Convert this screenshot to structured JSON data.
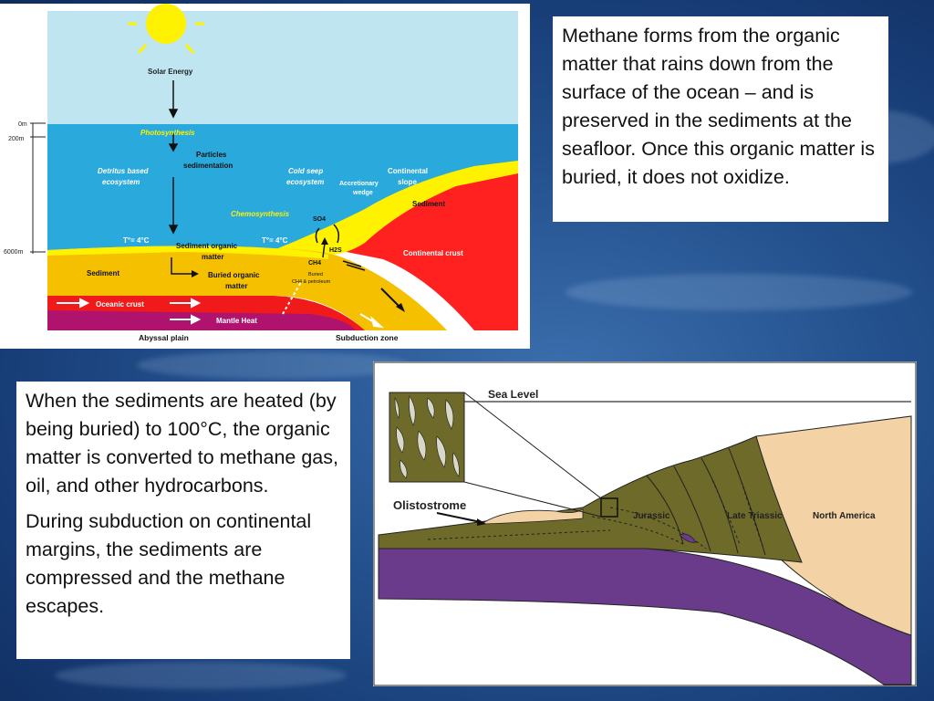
{
  "colors": {
    "sky": "#bfe6f0",
    "ocean": "#2aa9dc",
    "sediment": "#f5c000",
    "yellow_layer": "#fff200",
    "continental_crust": "#ff2020",
    "oceanic_crust": "#f01a1a",
    "mantle": "#b0136e",
    "olive_sediment": "#6e6a2a",
    "purple_crust": "#6a3b8a",
    "north_america": "#f3d2a6"
  },
  "top_diagram": {
    "labels": {
      "solar_energy": "Solar Energy",
      "depth_0": "0m",
      "depth_200": "200m",
      "depth_6000": "6000m",
      "photosynthesis": "Photosynthesis",
      "particles_1": "Particles",
      "particles_2": "sedimentation",
      "detritus_1": "Detritus based",
      "detritus_2": "ecosystem",
      "cold_seep_1": "Cold seep",
      "cold_seep_2": "ecosystem",
      "accretionary_1": "Accretionary",
      "accretionary_2": "wedge",
      "continental_slope_1": "Continental",
      "continental_slope_2": "slope",
      "sediment_right": "Sediment",
      "chemosynthesis": "Chemosynthesis",
      "so4": "SO4",
      "temp_left": "T°= 4°C",
      "temp_right": "T°= 4°C",
      "sediment_organic_1": "Sediment organic",
      "sediment_organic_2": "matter",
      "h2s": "H2S",
      "ch4": "CH4",
      "continental_crust": "Continental crust",
      "sediment_left": "Sediment",
      "buried_organic_1": "Buried organic",
      "buried_organic_2": "matter",
      "buried_1": "Buried",
      "buried_2": "CH4 & petroleum",
      "oceanic_crust": "Oceanic crust",
      "mantle_heat": "Mantle Heat",
      "abyssal_plain": "Abyssal plain",
      "subduction_zone": "Subduction zone"
    }
  },
  "bottom_diagram": {
    "labels": {
      "sea_level": "Sea Level",
      "olistostrome": "Olistostrome",
      "jurassic": "Jurassic",
      "late_triassic": "Late Triassic",
      "north_america": "North America"
    }
  },
  "text_top_right": "Methane forms from the organic matter that rains down from the surface of the ocean – and is preserved in the sediments at the seafloor. Once this organic matter is buried, it does not oxidize.",
  "text_bottom_left_1": "When the sediments are heated (by being buried) to 100°C, the organic matter is converted to methane gas, oil, and other hydrocarbons.",
  "text_bottom_left_2": "During subduction on continental margins, the sediments are compressed and the methane escapes."
}
